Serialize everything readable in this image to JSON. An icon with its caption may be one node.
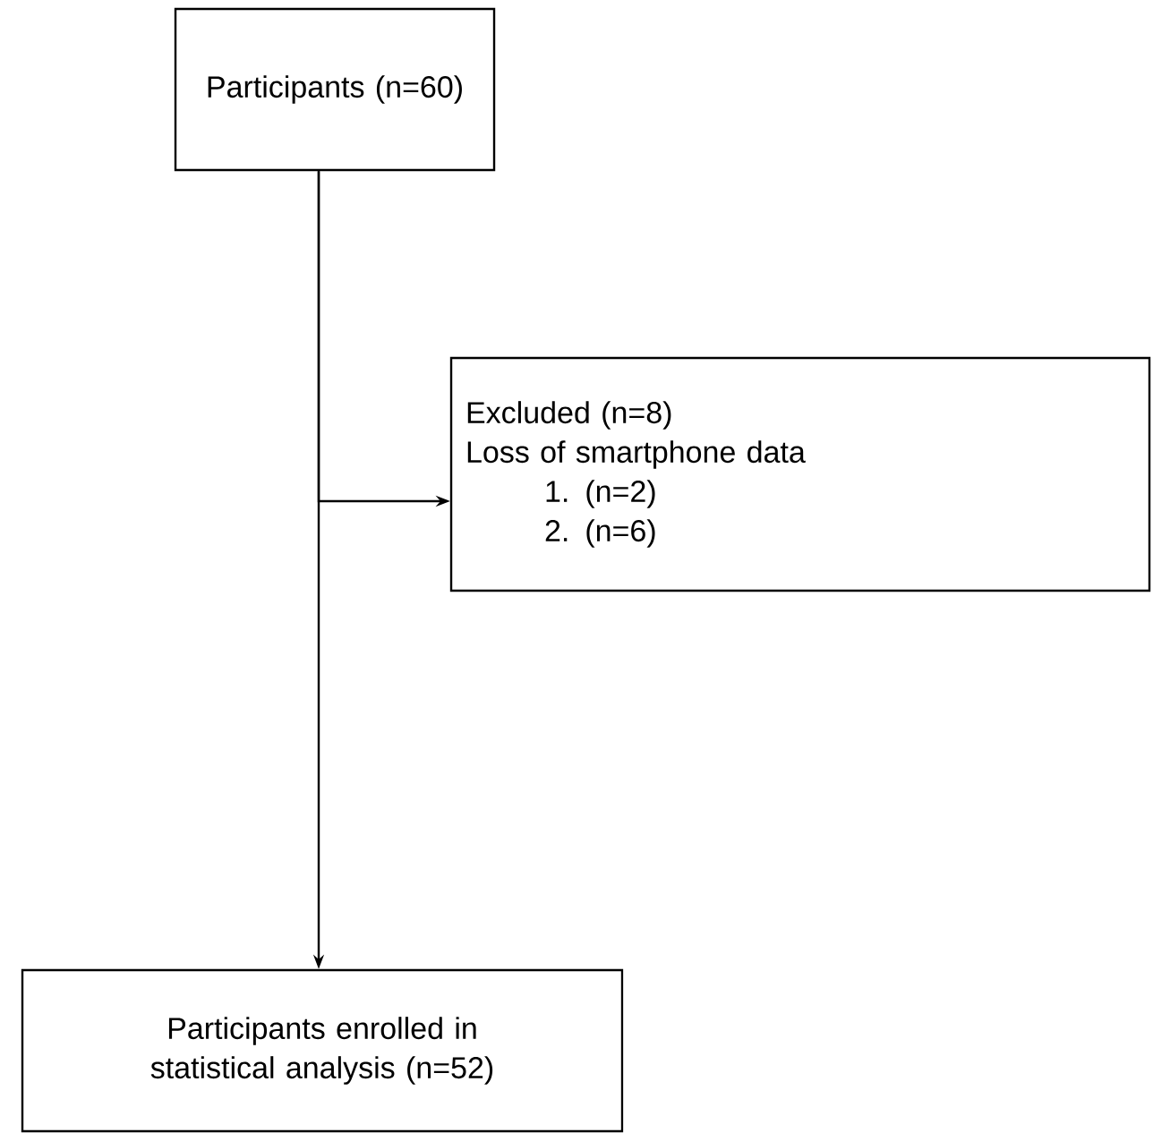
{
  "diagram": {
    "nodes": [
      {
        "text": [
          "Participants (n=60)"
        ]
      },
      {
        "text": [
          "Excluded (n=8)",
          "Loss of smartphone data",
          "1. (n=2)",
          "2. (n=6)"
        ]
      },
      {
        "text": [
          "Participants enrolled in statistical analysis (n=52)"
        ]
      }
    ],
    "edges": [
      {
        "from": 0,
        "to": 2,
        "arrow": "to"
      },
      {
        "from": 0,
        "to": 1,
        "arrow": "to"
      }
    ]
  }
}
